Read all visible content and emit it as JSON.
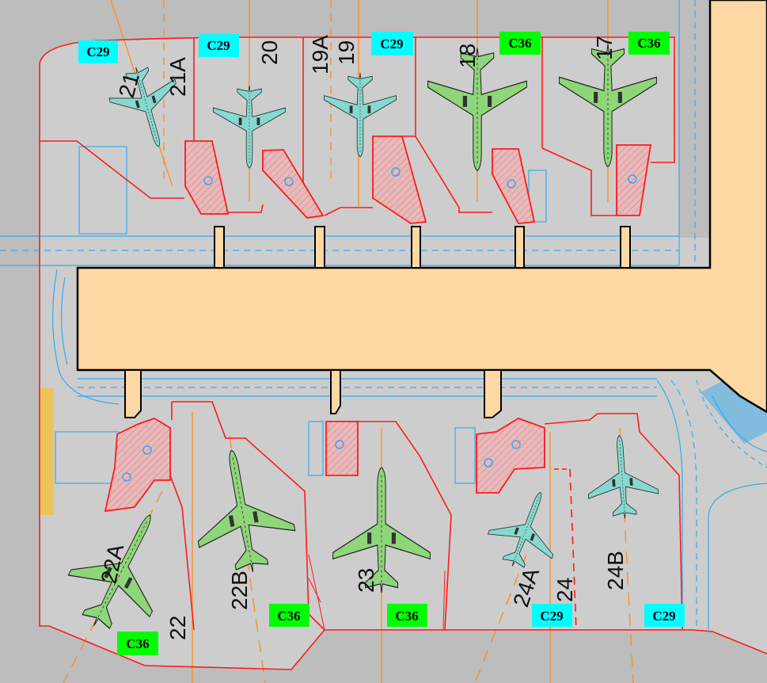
{
  "colors": {
    "terminal": "#ffd7a3",
    "apron": "#cdcdcd",
    "outside": "#bdbdbd",
    "stand_boundary": "#ff1a1a",
    "taxi_lines": "#35aaf0",
    "centerline": "#ff8c1a",
    "c29_badge": "#00ffff",
    "c36_badge": "#00ff00",
    "aircraft_c29": "#86d9cf",
    "aircraft_c36": "#8fd67a",
    "hatched_zone": "#e7b9bb"
  },
  "stands": {
    "s21": "21",
    "s21a": "21A",
    "s20": "20",
    "s19a": "19A",
    "s19": "19",
    "s18": "18",
    "s17": "17",
    "s22a": "22A",
    "s22b": "22B",
    "s22": "22",
    "s23": "23",
    "s24a": "24A",
    "s24": "24",
    "s24b": "24B"
  },
  "badges": {
    "b21": "C29",
    "b20": "C29",
    "b19": "C29",
    "b18": "C36",
    "b17": "C36",
    "b22a": "C36",
    "b22b": "C36",
    "b23": "C36",
    "b24": "C29",
    "b24b": "C29"
  }
}
